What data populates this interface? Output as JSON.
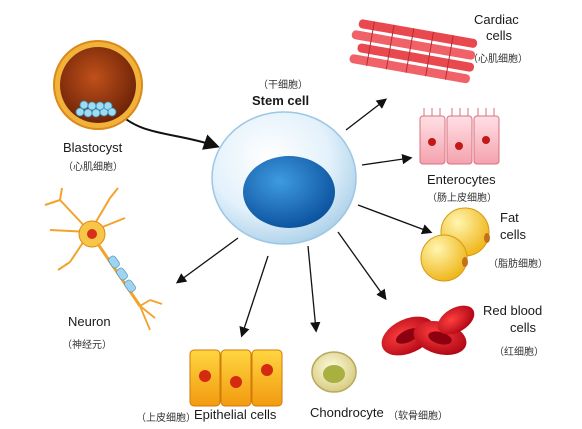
{
  "stem": {
    "cn": "（干细胞）",
    "en": "Stem cell"
  },
  "blastocyst": {
    "en": "Blastocyst",
    "cn": "（心肌细胞）"
  },
  "cardiac": {
    "en_line1": "Cardiac",
    "en_line2": "cells",
    "cn": "（心肌细胞）"
  },
  "enterocytes": {
    "en": "Enterocytes",
    "cn": "（肠上皮细胞）"
  },
  "fat": {
    "en_line1": "Fat",
    "en_line2": "cells",
    "cn": "（脂肪细胞）"
  },
  "rbc": {
    "en_line1": "Red blood",
    "en_line2": "cells",
    "cn": "（红细胞）"
  },
  "chondrocyte": {
    "en": "Chondrocyte",
    "cn": "（软骨细胞）"
  },
  "epithelial": {
    "cn": "（上皮细胞）",
    "en": "Epithelial cells"
  },
  "neuron": {
    "en": "Neuron",
    "cn": "（神经元）"
  }
}
